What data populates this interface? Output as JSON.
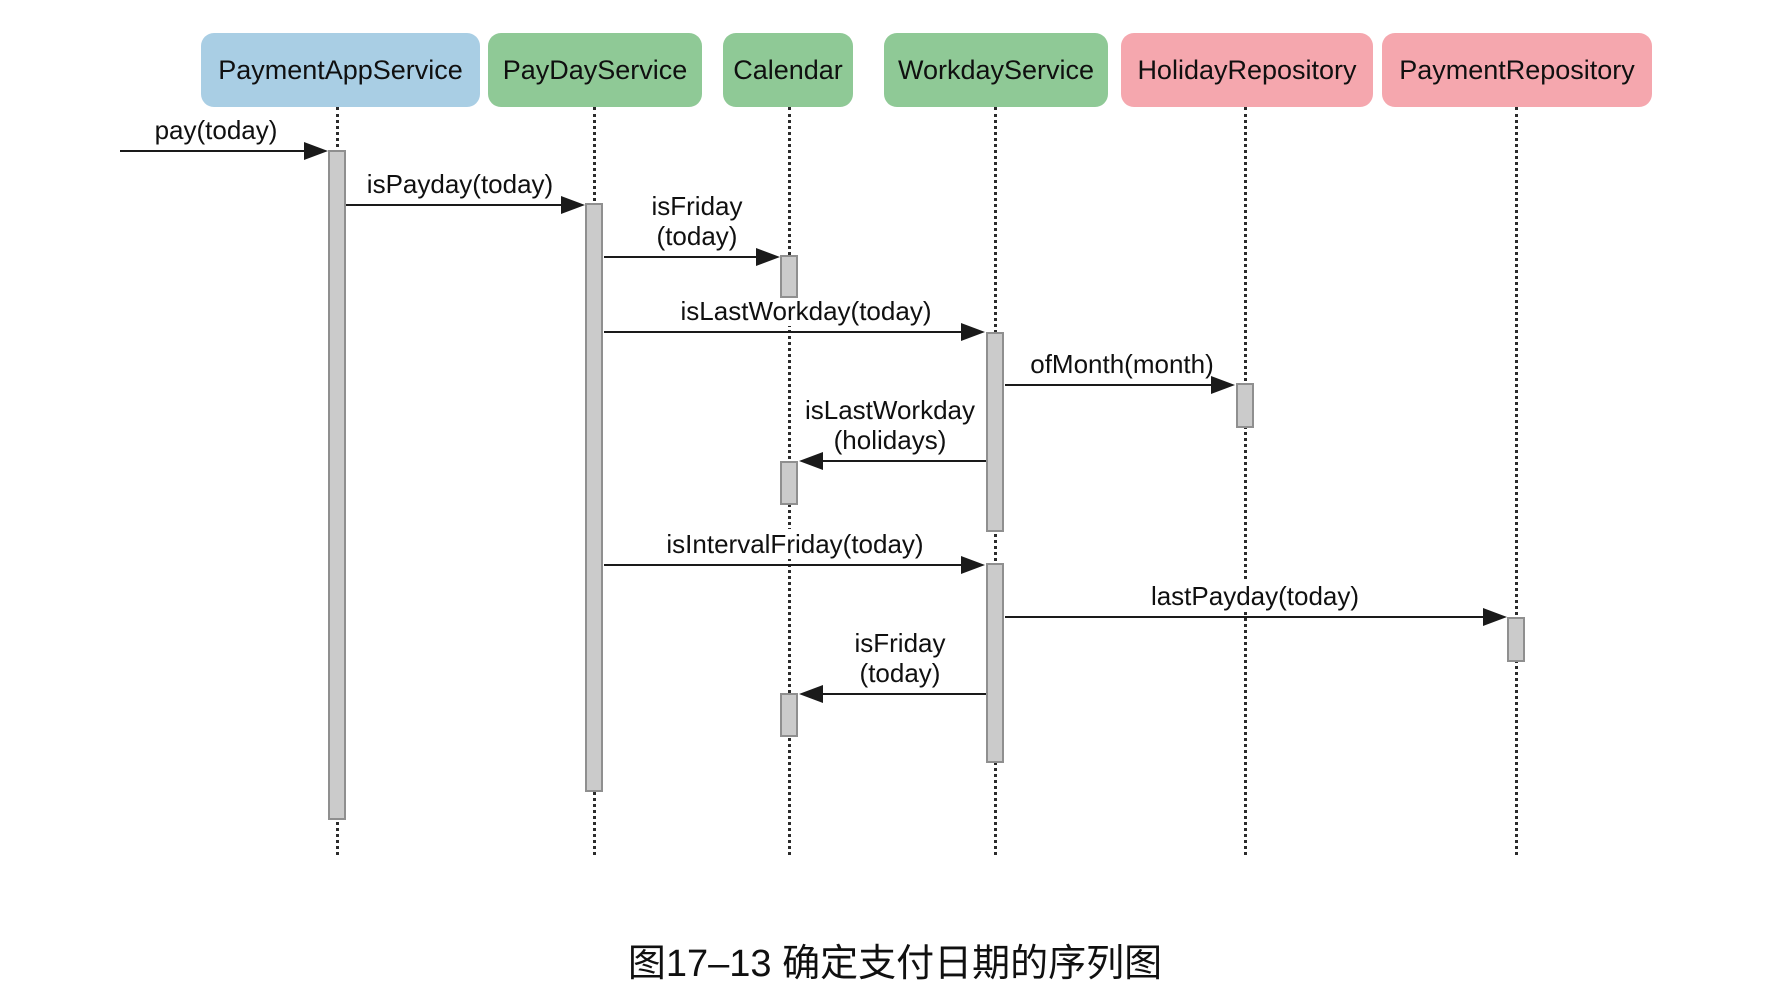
{
  "diagram": {
    "type": "uml-sequence-diagram",
    "participants": [
      {
        "name": "PaymentAppService",
        "color": "#a9cee4"
      },
      {
        "name": "PayDayService",
        "color": "#8fc996"
      },
      {
        "name": "Calendar",
        "color": "#8fc996"
      },
      {
        "name": "WorkdayService",
        "color": "#8fc996"
      },
      {
        "name": "HolidayRepository",
        "color": "#f5a7ae"
      },
      {
        "name": "PaymentRepository",
        "color": "#f5a7ae"
      }
    ],
    "messages": [
      {
        "from": "(external)",
        "to": "PaymentAppService",
        "label_lines": [
          "pay(today)"
        ]
      },
      {
        "from": "PaymentAppService",
        "to": "PayDayService",
        "label_lines": [
          "isPayday(today)"
        ]
      },
      {
        "from": "PayDayService",
        "to": "Calendar",
        "label_lines": [
          "isFriday",
          "(today)"
        ]
      },
      {
        "from": "PayDayService",
        "to": "WorkdayService",
        "label_lines": [
          "isLastWorkday(today)"
        ]
      },
      {
        "from": "WorkdayService",
        "to": "HolidayRepository",
        "label_lines": [
          "ofMonth(month)"
        ]
      },
      {
        "from": "WorkdayService",
        "to": "Calendar",
        "label_lines": [
          "isLastWorkday",
          "(holidays)"
        ]
      },
      {
        "from": "PayDayService",
        "to": "WorkdayService",
        "label_lines": [
          "isIntervalFriday(today)"
        ]
      },
      {
        "from": "WorkdayService",
        "to": "PaymentRepository",
        "label_lines": [
          "lastPayday(today)"
        ]
      },
      {
        "from": "WorkdayService",
        "to": "Calendar",
        "label_lines": [
          "isFriday",
          "(today)"
        ]
      }
    ],
    "caption": "图17–13 确定支付日期的序列图",
    "colors": {
      "app_service_header": "#a9cee4",
      "domain_service_header": "#8fc996",
      "repository_header": "#f5a7ae",
      "activation_fill": "#cbcbcb",
      "activation_border": "#8f8f8f",
      "arrow_line": "#1a1a1a"
    }
  }
}
